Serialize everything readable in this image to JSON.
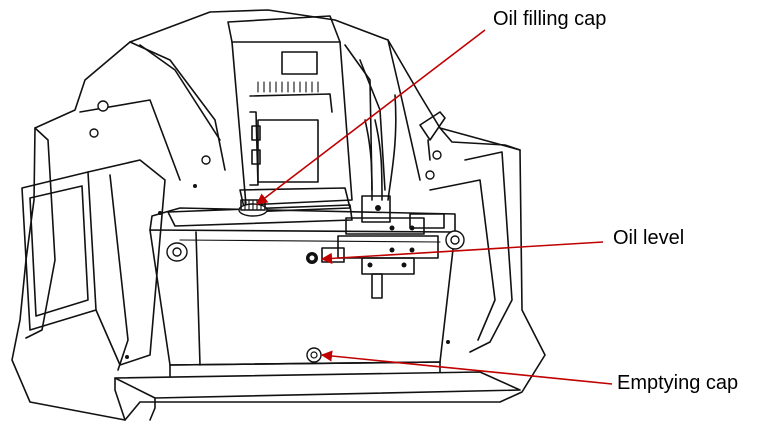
{
  "labels": {
    "oil_filling_cap": "Oil filling cap",
    "oil_level": "Oil level",
    "emptying_cap": "Emptying cap"
  },
  "colors": {
    "callout": "#c00000",
    "line": "#111111"
  }
}
